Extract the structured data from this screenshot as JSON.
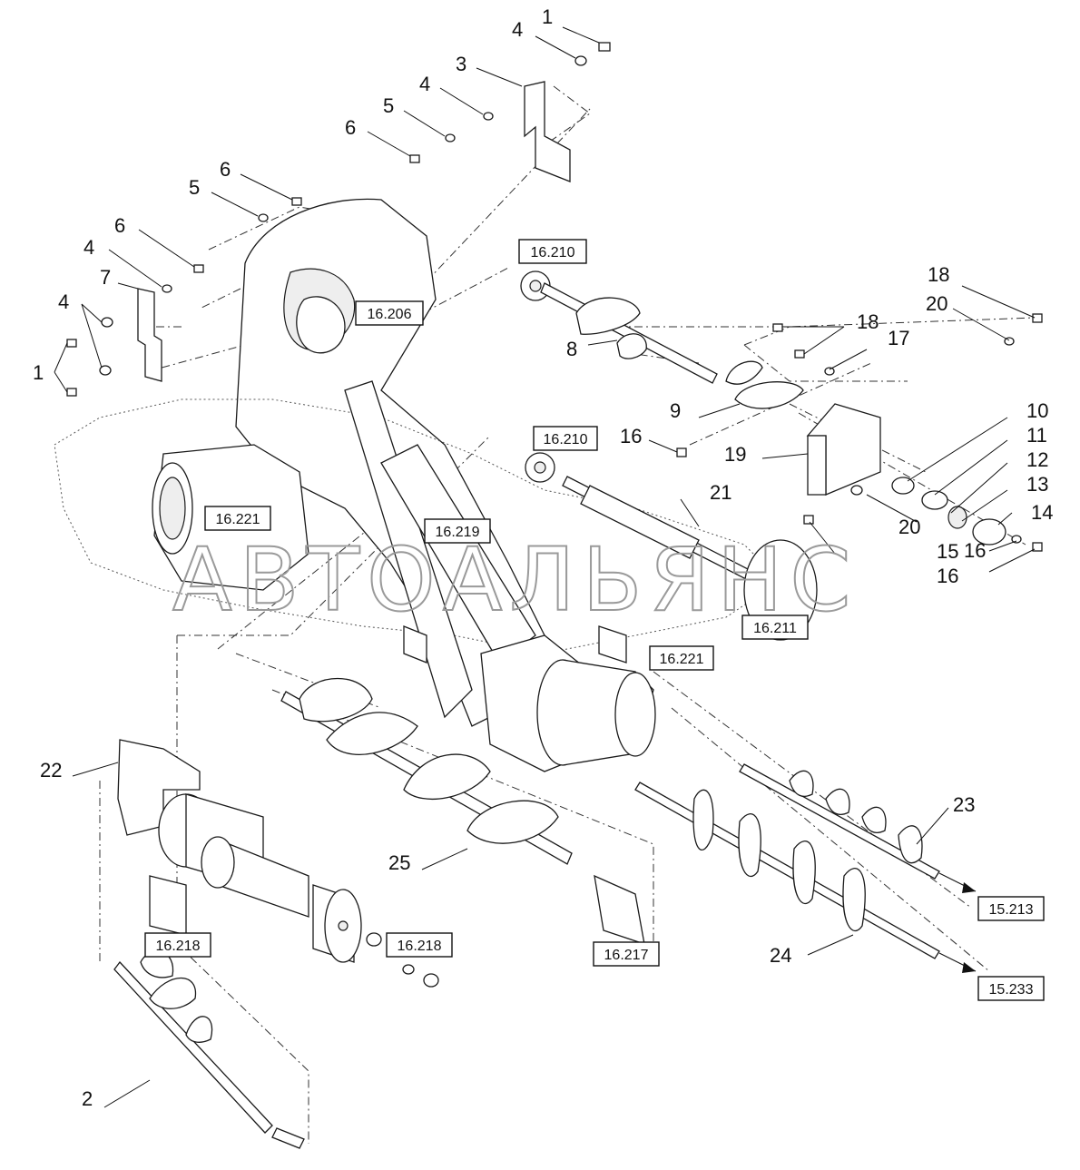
{
  "watermark": "АВТОАЛЬЯНС",
  "callouts": [
    {
      "id": "c1a",
      "label": "1"
    },
    {
      "id": "c4a",
      "label": "4"
    },
    {
      "id": "c3",
      "label": "3"
    },
    {
      "id": "c4b",
      "label": "4"
    },
    {
      "id": "c5a",
      "label": "5"
    },
    {
      "id": "c6a",
      "label": "6"
    },
    {
      "id": "c6b",
      "label": "6"
    },
    {
      "id": "c5b",
      "label": "5"
    },
    {
      "id": "c6c",
      "label": "6"
    },
    {
      "id": "c4c",
      "label": "4"
    },
    {
      "id": "c7",
      "label": "7"
    },
    {
      "id": "c4d",
      "label": "4"
    },
    {
      "id": "c1b",
      "label": "1"
    },
    {
      "id": "c8",
      "label": "8"
    },
    {
      "id": "c18a",
      "label": "18"
    },
    {
      "id": "c20a",
      "label": "20"
    },
    {
      "id": "c18b",
      "label": "18"
    },
    {
      "id": "c17",
      "label": "17"
    },
    {
      "id": "c9",
      "label": "9"
    },
    {
      "id": "c16a",
      "label": "16"
    },
    {
      "id": "c19",
      "label": "19"
    },
    {
      "id": "c10",
      "label": "10"
    },
    {
      "id": "c11",
      "label": "11"
    },
    {
      "id": "c12",
      "label": "12"
    },
    {
      "id": "c13",
      "label": "13"
    },
    {
      "id": "c14",
      "label": "14"
    },
    {
      "id": "c20b",
      "label": "20"
    },
    {
      "id": "c16b",
      "label": "16"
    },
    {
      "id": "c15",
      "label": "15"
    },
    {
      "id": "c16c",
      "label": "16"
    },
    {
      "id": "c21",
      "label": "21"
    },
    {
      "id": "c22",
      "label": "22"
    },
    {
      "id": "c23",
      "label": "23"
    },
    {
      "id": "c24",
      "label": "24"
    },
    {
      "id": "c25",
      "label": "25"
    },
    {
      "id": "c2",
      "label": "2"
    }
  ],
  "references": [
    {
      "id": "r16210a",
      "label": "16.210"
    },
    {
      "id": "r16206",
      "label": "16.206"
    },
    {
      "id": "r16210b",
      "label": "16.210"
    },
    {
      "id": "r16221a",
      "label": "16.221"
    },
    {
      "id": "r16219",
      "label": "16.219"
    },
    {
      "id": "r16211",
      "label": "16.211"
    },
    {
      "id": "r16221b",
      "label": "16.221"
    },
    {
      "id": "r16218a",
      "label": "16.218"
    },
    {
      "id": "r16218b",
      "label": "16.218"
    },
    {
      "id": "r16217",
      "label": "16.217"
    },
    {
      "id": "r15213",
      "label": "15.213"
    },
    {
      "id": "r15233",
      "label": "15.233"
    }
  ]
}
